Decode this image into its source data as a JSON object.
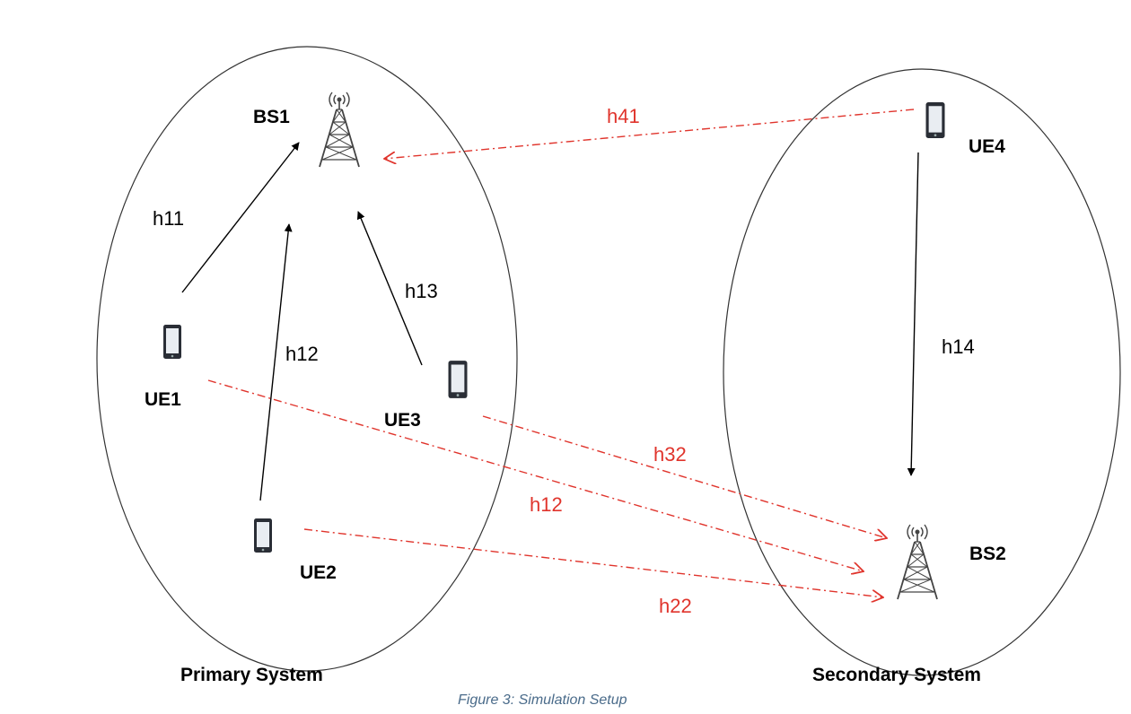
{
  "colors": {
    "signal": "#000000",
    "interference": "#e0342c",
    "caption": "#4a6b8a"
  },
  "nodes": {
    "bs1": "BS1",
    "bs2": "BS2",
    "ue1": "UE1",
    "ue2": "UE2",
    "ue3": "UE3",
    "ue4": "UE4"
  },
  "links": {
    "h11": "h11",
    "h12_signal": "h12",
    "h13": "h13",
    "h14": "h14",
    "h41": "h41",
    "h32": "h32",
    "h12_interference": "h12",
    "h22": "h22"
  },
  "systems": {
    "primary": "Primary System",
    "secondary": "Secondary System"
  },
  "caption": "Figure 3: Simulation Setup"
}
